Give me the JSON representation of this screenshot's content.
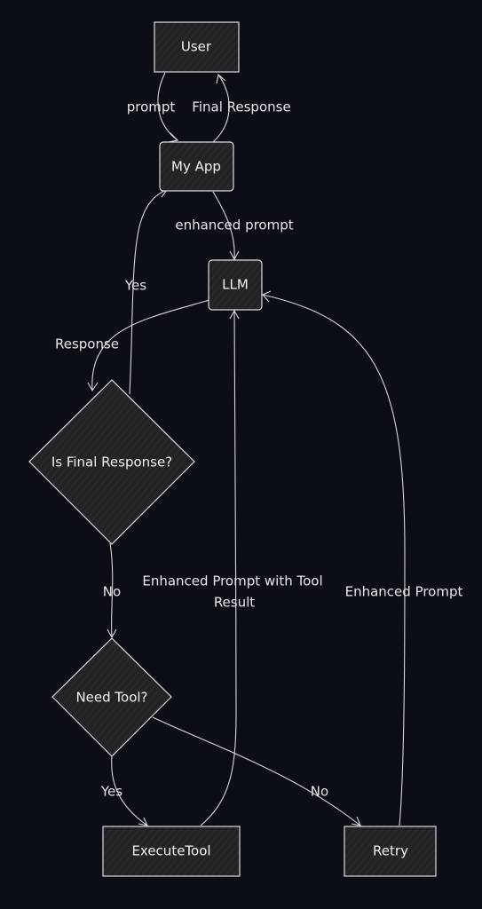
{
  "nodes": {
    "user": {
      "label": "User"
    },
    "my_app": {
      "label": "My App"
    },
    "llm": {
      "label": "LLM"
    },
    "is_final": {
      "label": "Is Final Response?"
    },
    "need_tool": {
      "label": "Need Tool?"
    },
    "execute_tool": {
      "label": "ExecuteTool"
    },
    "retry": {
      "label": "Retry"
    }
  },
  "edges": {
    "prompt": {
      "label": "prompt"
    },
    "final_response": {
      "label": "Final Response"
    },
    "enhanced_prompt": {
      "label": "enhanced prompt"
    },
    "response": {
      "label": "Response"
    },
    "yes_final": {
      "label": "Yes"
    },
    "no_final": {
      "label": "No"
    },
    "yes_tool": {
      "label": "Yes"
    },
    "no_tool": {
      "label": "No"
    },
    "tool_result": {
      "label_line1": "Enhanced Prompt with Tool",
      "label_line2": "Result"
    },
    "retry_prompt": {
      "label": "Enhanced Prompt"
    }
  },
  "colors": {
    "background": "#0b0e15",
    "node_fill": "#252527",
    "stroke": "#dcdcdc",
    "text": "#f2f2f2"
  }
}
